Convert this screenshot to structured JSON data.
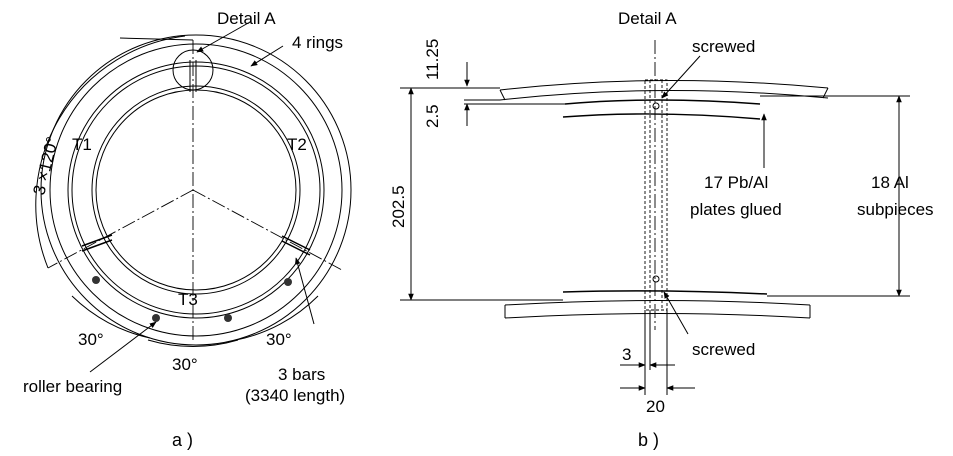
{
  "panel_a": {
    "caption": "a )",
    "detail_a": "Detail A",
    "rings": "4 rings",
    "angle_label": "3 ×120°",
    "t1": "T1",
    "t2": "T2",
    "t3": "T3",
    "angle_30_left": "30°",
    "angle_30_mid": "30°",
    "angle_30_right": "30°",
    "roller_bearing": "roller bearing",
    "bars_line1": "3 bars",
    "bars_line2": "(3340 length)"
  },
  "panel_b": {
    "caption": "b )",
    "detail_a": "Detail A",
    "dim_11_25": "11.25",
    "dim_2_5": "2.5",
    "dim_202_5": "202.5",
    "screwed_top": "screwed",
    "screwed_bottom": "screwed",
    "plates_line1": "17 Pb/Al",
    "plates_line2": "plates glued",
    "subpieces_line1": "18 Al",
    "subpieces_line2": "subpieces",
    "dim_3": "3",
    "dim_20": "20"
  }
}
